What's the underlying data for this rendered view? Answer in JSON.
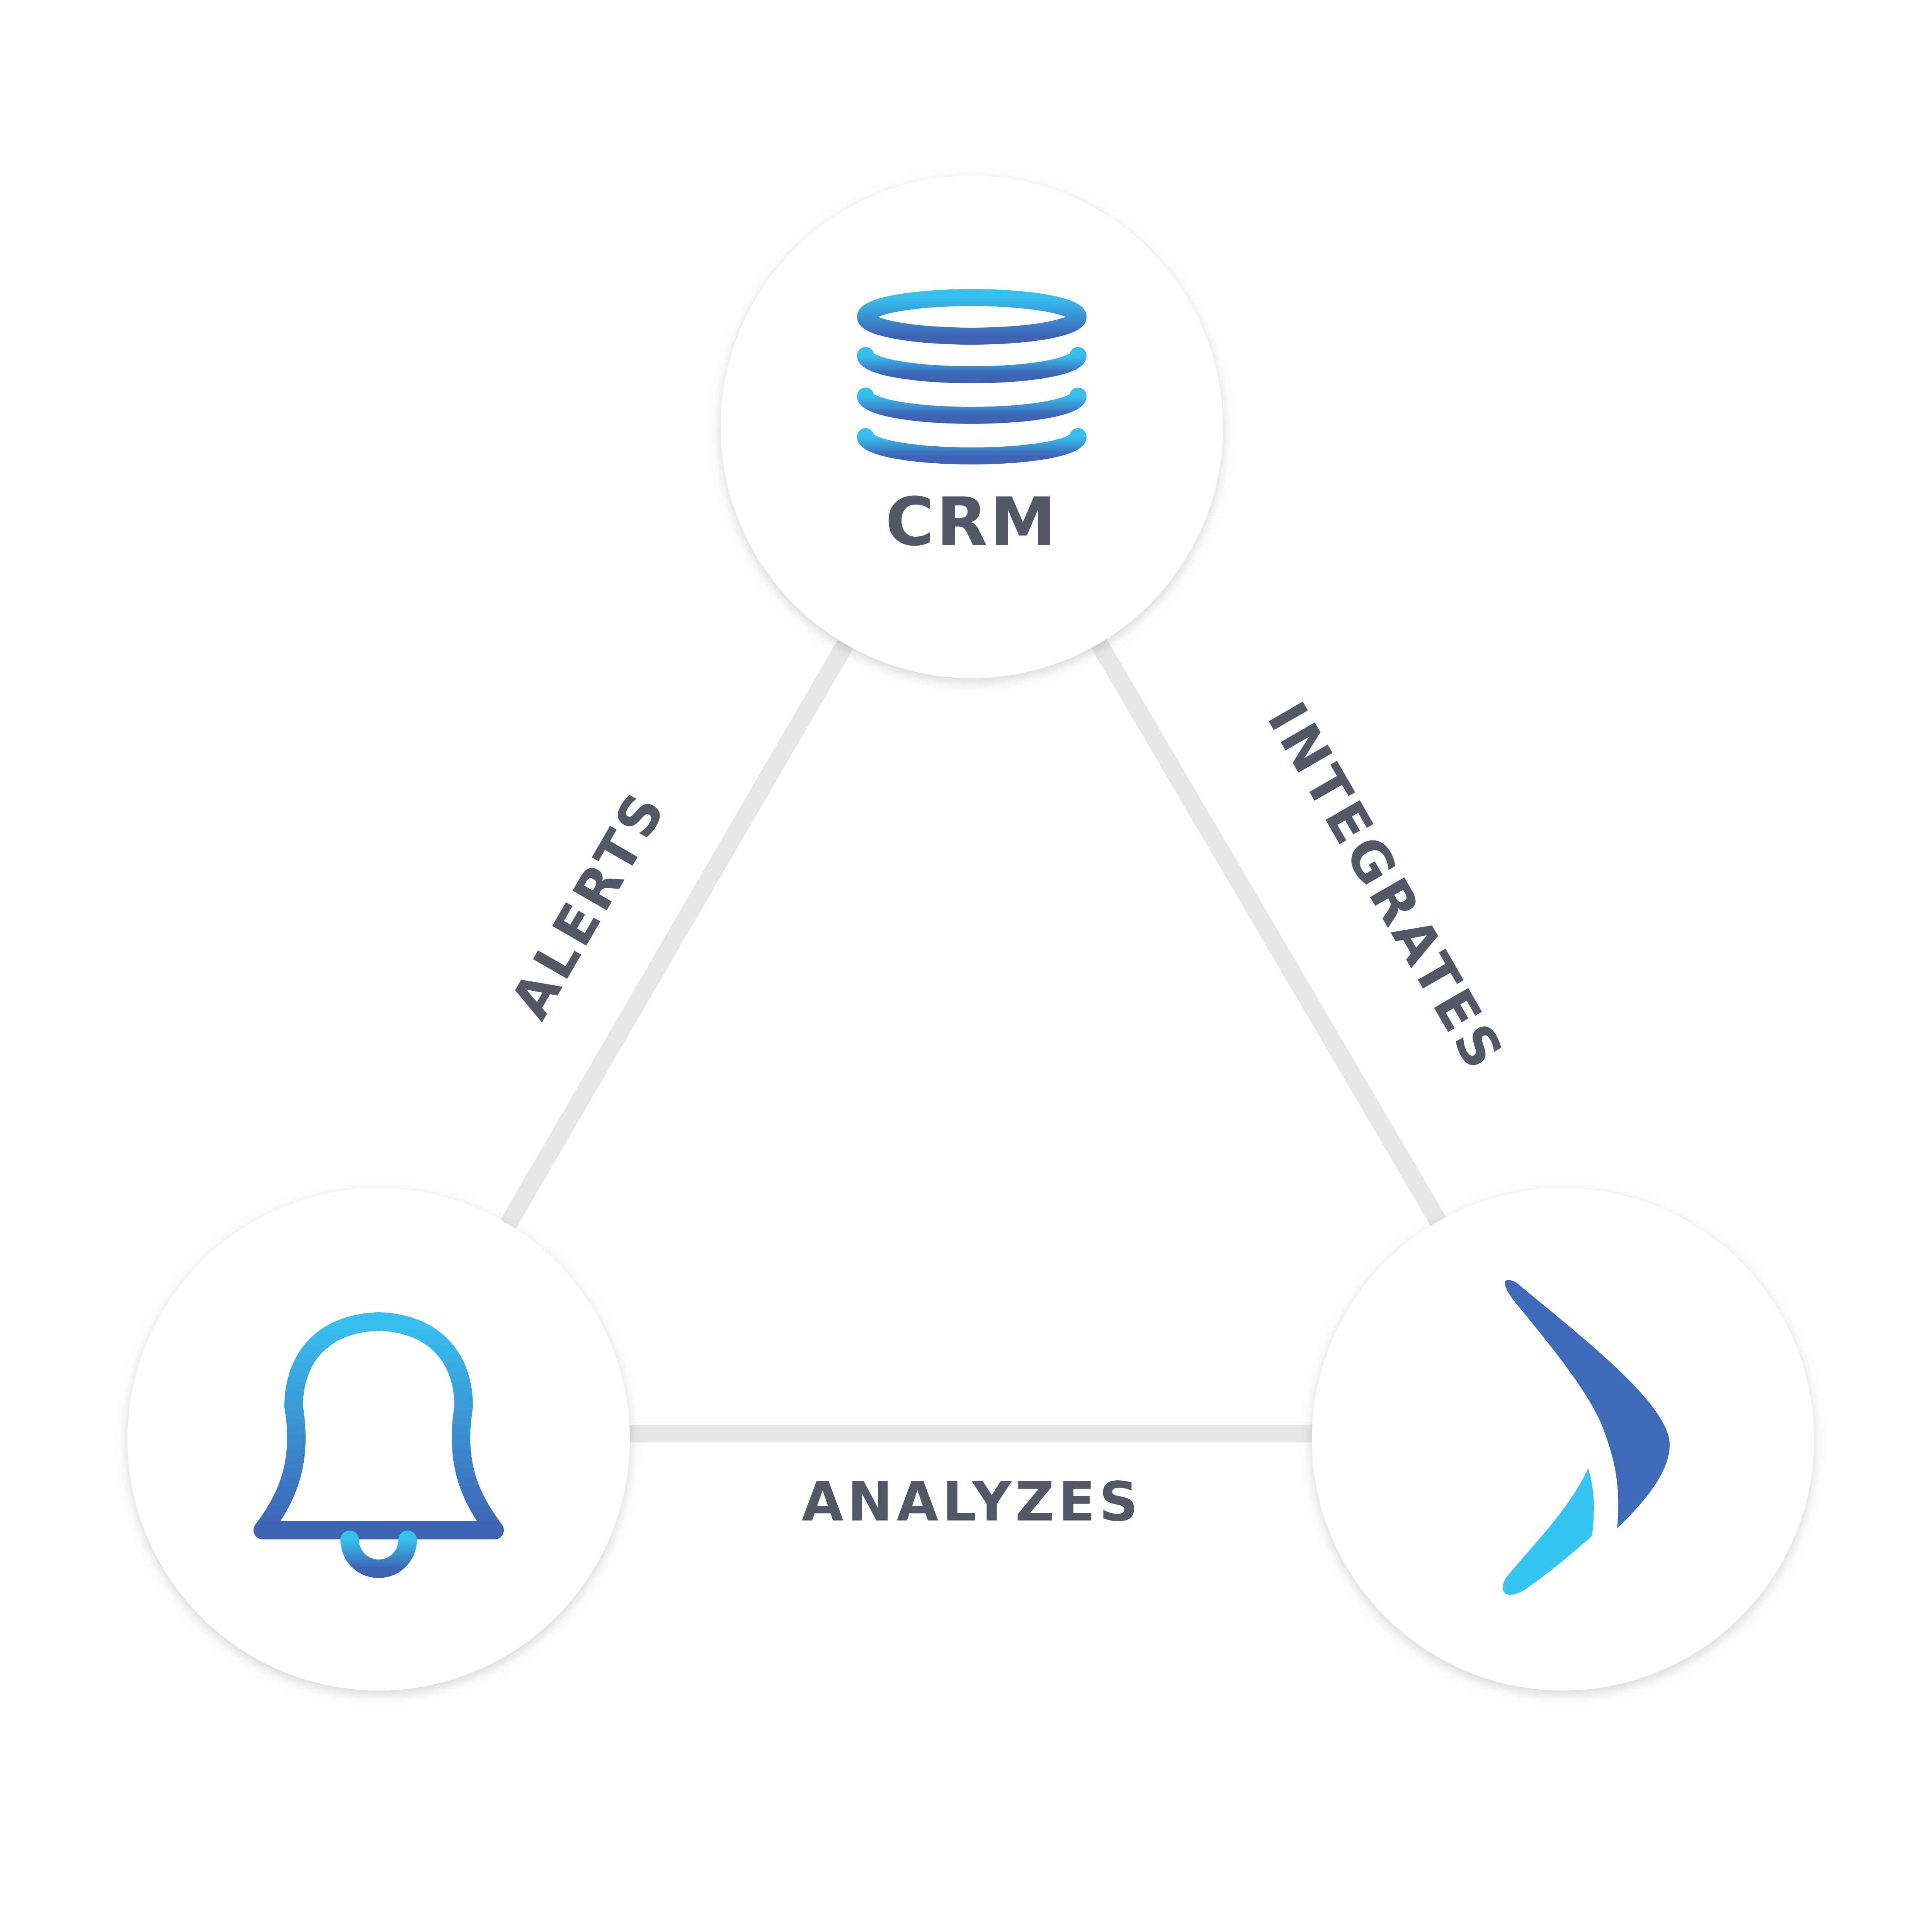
{
  "nodes": {
    "crm": {
      "label": "CRM",
      "icon": "database-icon"
    },
    "alerts_node": {
      "icon": "bell-icon"
    },
    "brand_node": {
      "icon": "boomerang-logo-icon"
    }
  },
  "edges": {
    "alerts": "ALERTS",
    "integrates": "INTEGRATES",
    "analyzes": "ANALYZES"
  },
  "colors": {
    "text": "#535766",
    "edge_line": "#e6e7e9",
    "circle_fill": "#ffffff",
    "icon_gradient_top": "#36c0f0",
    "icon_gradient_bottom": "#3e63b3",
    "logo_dark": "#3e6bb8",
    "logo_light": "#36c5f3"
  }
}
